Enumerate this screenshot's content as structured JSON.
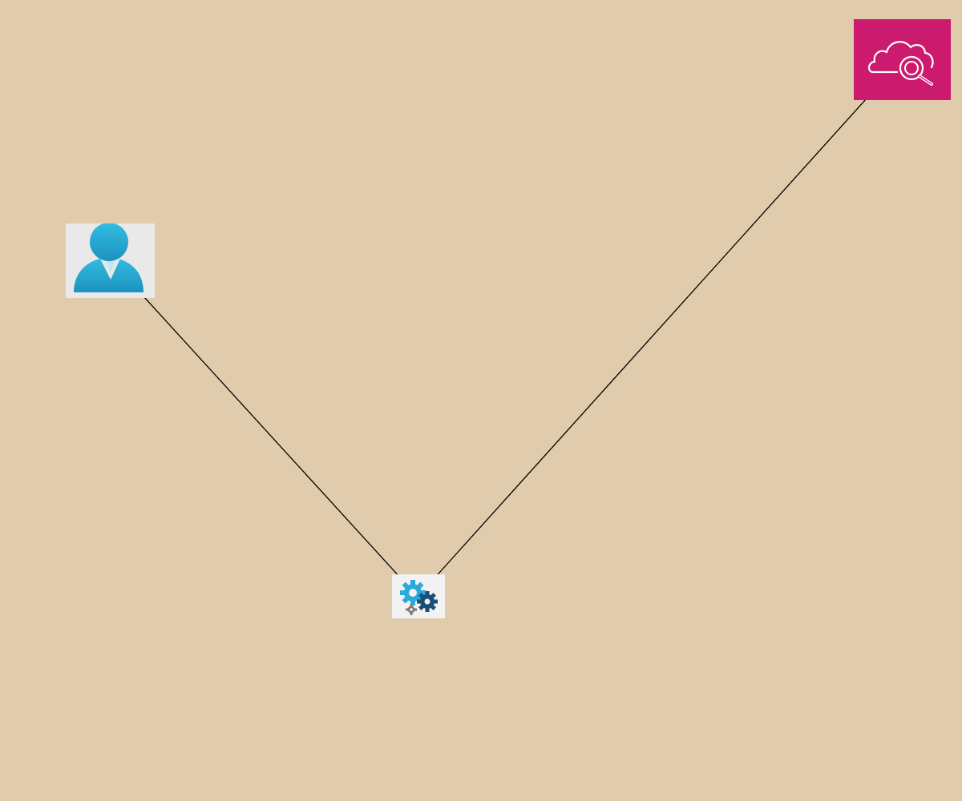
{
  "diagram": {
    "background": "#e1cbad",
    "nodes": [
      {
        "id": "user",
        "icon": "user-icon",
        "tile_color": "#e9e9e9",
        "accent": "#2aafd6"
      },
      {
        "id": "gears",
        "icon": "gears-icon",
        "tile_color": "#f2f2f2",
        "accent": "#2aa9dc"
      },
      {
        "id": "cloud",
        "icon": "cloud-search-icon",
        "tile_color": "#cc1b6e",
        "accent": "#ffffff"
      }
    ],
    "edges": [
      {
        "from": "user",
        "to": "gears",
        "arrow": "end"
      },
      {
        "from": "gears",
        "to": "cloud",
        "arrow": "end"
      }
    ],
    "edge_color": "#000000"
  }
}
